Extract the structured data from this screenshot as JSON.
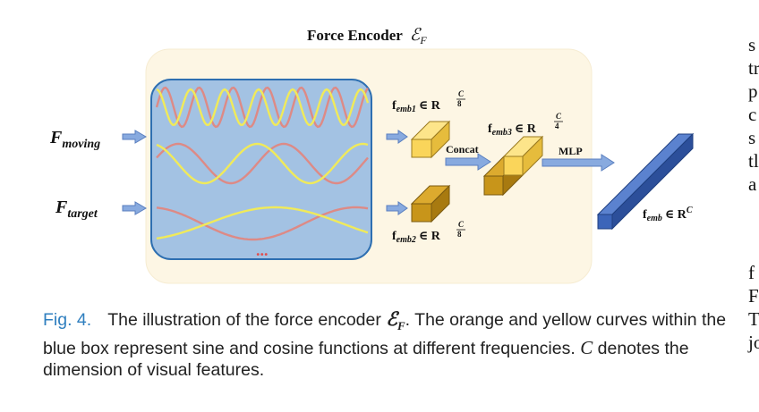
{
  "diagram": {
    "title_text": "Force Encoder",
    "title_symbol": "ℰ",
    "title_sub": "F",
    "input_moving": "F",
    "input_moving_sub": "moving",
    "input_target": "F",
    "input_target_sub": "target",
    "ellipsis": "...",
    "emb1_base": "f",
    "emb1_sub": "emb1",
    "emb1_set": "∈ R",
    "emb1_num": "C",
    "emb1_den": "8",
    "emb2_base": "f",
    "emb2_sub": "emb2",
    "emb2_set": "∈ R",
    "emb2_num": "C",
    "emb2_den": "8",
    "emb3_base": "f",
    "emb3_sub": "emb3",
    "emb3_set": "∈ R",
    "emb3_num": "C",
    "emb3_den": "4",
    "concat_label": "Concat",
    "mlp_label": "MLP",
    "emb_base": "f",
    "emb_sub": "emb",
    "emb_set": "∈ R",
    "emb_sup": "C"
  },
  "caption": {
    "label": "Fig. 4.",
    "part1": "The illustration of the force encoder",
    "symbol": "ℰ",
    "symbol_sub": "F",
    "part2": ". The orange and yellow curves within the blue box represent sine and cosine functions at different frequencies.",
    "c_symbol": "C",
    "part3": "denotes the dimension of visual features."
  },
  "side_text": [
    "s",
    "tr",
    "p",
    "c",
    "s",
    "tl",
    "a",
    "f",
    "F",
    "T",
    "jo"
  ],
  "colors": {
    "panel_bg": "#fdf6e4",
    "box_fill": "#a3c2e3",
    "box_stroke": "#2e6fb1",
    "sine": "#dd8a86",
    "cosine": "#f0ea5a",
    "arrow": "#88aadf",
    "cube_light": "#fad55a",
    "cube_dark": "#c8951a",
    "long_bar": "#3c65b9",
    "caption_label": "#2f7fbf"
  }
}
